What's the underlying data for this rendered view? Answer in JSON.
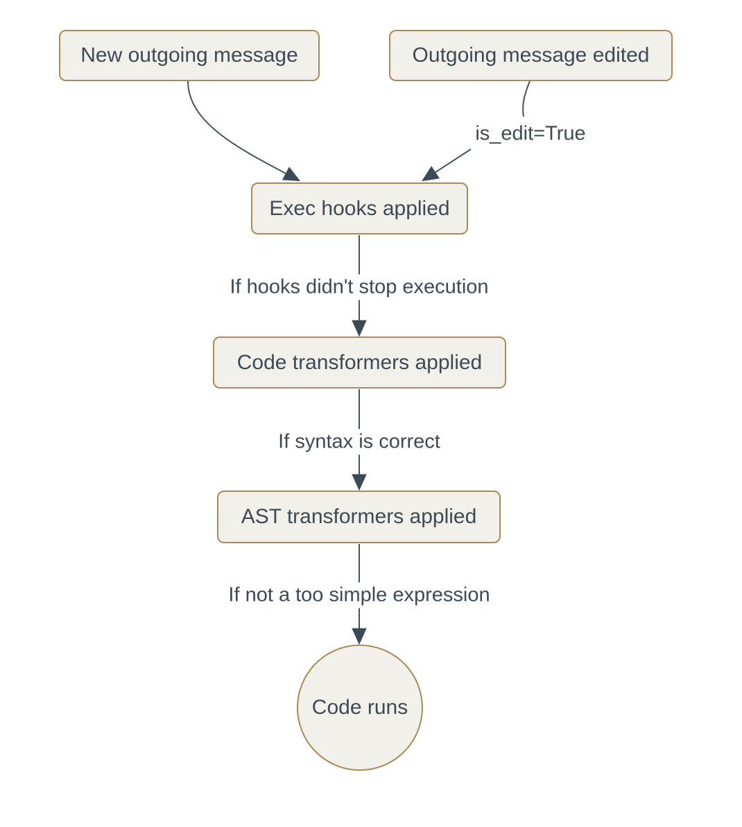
{
  "diagram": {
    "type": "flowchart",
    "direction": "top-down",
    "colors": {
      "background": "#ffffff",
      "node_fill": "#f2f0eb",
      "node_border": "#a98a58",
      "text": "#3d4a54",
      "edge": "#44525e"
    },
    "nodes": {
      "new_outgoing_message": {
        "label": "New outgoing message",
        "shape": "rounded-rect"
      },
      "outgoing_message_edited": {
        "label": "Outgoing message edited",
        "shape": "rounded-rect"
      },
      "exec_hooks_applied": {
        "label": "Exec hooks applied",
        "shape": "rounded-rect"
      },
      "code_transformers_applied": {
        "label": "Code transformers applied",
        "shape": "rounded-rect"
      },
      "ast_transformers_applied": {
        "label": "AST transformers applied",
        "shape": "rounded-rect"
      },
      "code_runs": {
        "label": "Code runs",
        "shape": "circle"
      }
    },
    "edges": [
      {
        "from": "new_outgoing_message",
        "to": "exec_hooks_applied",
        "label": ""
      },
      {
        "from": "outgoing_message_edited",
        "to": "exec_hooks_applied",
        "label": "is_edit=True"
      },
      {
        "from": "exec_hooks_applied",
        "to": "code_transformers_applied",
        "label": "If hooks didn't stop execution"
      },
      {
        "from": "code_transformers_applied",
        "to": "ast_transformers_applied",
        "label": "If syntax is correct"
      },
      {
        "from": "ast_transformers_applied",
        "to": "code_runs",
        "label": "If not a too simple expression"
      }
    ],
    "edge_labels": {
      "is_edit": "is_edit=True",
      "hooks": "If hooks didn't stop execution",
      "syntax": "If syntax is correct",
      "simple_expression": "If not a too simple expression"
    }
  }
}
